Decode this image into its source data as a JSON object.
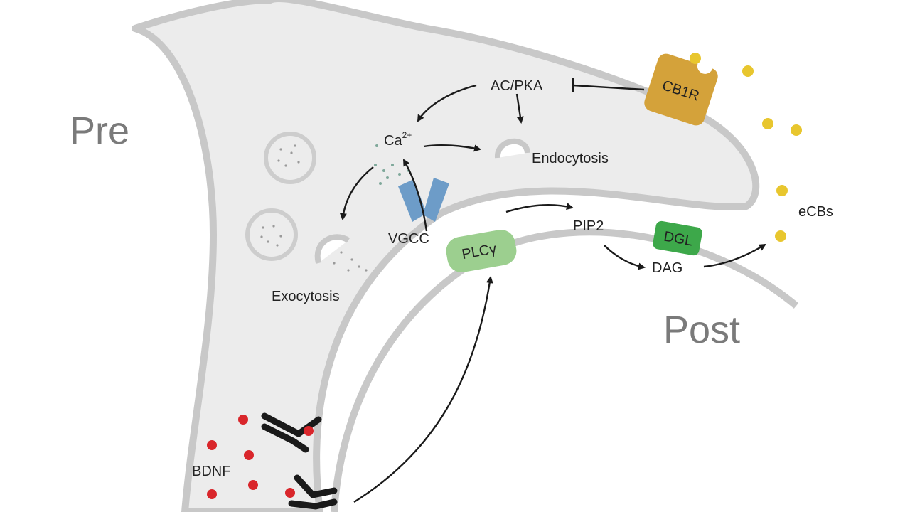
{
  "labels": {
    "pre": "Pre",
    "post": "Post",
    "ac_pka": "AC/PKA",
    "cb1r": "CB1R",
    "ca": "Ca",
    "ca_sup": "2+",
    "endocytosis": "Endocytosis",
    "exocytosis": "Exocytosis",
    "vgcc": "VGCC",
    "plcy": "PLCγ",
    "pip2": "PIP2",
    "dgl": "DGL",
    "dag": "DAG",
    "ecbs": "eCBs",
    "bdnf": "BDNF"
  },
  "colors": {
    "membrane_fill": "#ececec",
    "membrane_stroke": "#c8c8c8",
    "cb1r": "#d4a23a",
    "ecb_dot": "#e8c62e",
    "bdnf_dot": "#d9262b",
    "vgcc": "#6d9cc8",
    "plcy": "#9ccf8f",
    "dgl": "#3da84a",
    "receptor": "#1a1a1a"
  }
}
